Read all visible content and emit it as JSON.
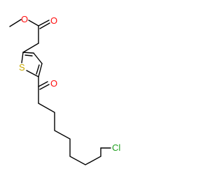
{
  "diagram": {
    "type": "skeletal-structure",
    "atoms": {
      "ester_o_methyl": "O",
      "ester_o_carbonyl": "O",
      "ring_sulfur": "S",
      "ketone_o": "O",
      "chlorine": "Cl"
    },
    "colors": {
      "oxygen": "#ff0d0d",
      "sulfur": "#c8a800",
      "chlorine": "#1fa01f",
      "bond": "#000000"
    }
  }
}
